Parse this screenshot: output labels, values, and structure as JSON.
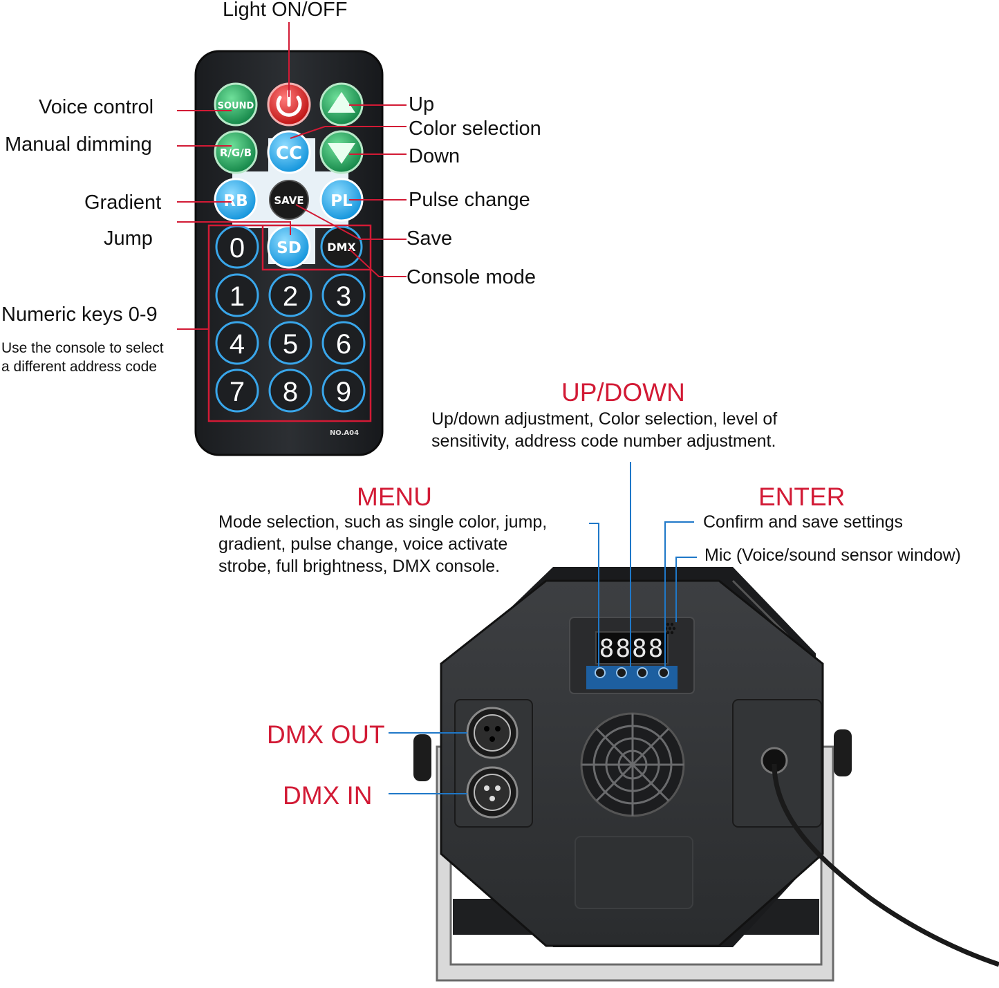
{
  "remote": {
    "callouts": {
      "light_on_off": "Light ON/OFF",
      "voice_control": "Voice control",
      "manual_dimming": "Manual dimming",
      "gradient": "Gradient",
      "jump": "Jump",
      "numeric_keys": "Numeric keys 0-9",
      "numeric_note_line1": "Use the console to select",
      "numeric_note_line2": "a different address code",
      "up": "Up",
      "color_selection": "Color selection",
      "down": "Down",
      "pulse_change": "Pulse change",
      "save": "Save",
      "console_mode": "Console mode"
    },
    "buttons": {
      "sound": "SOUND",
      "rgb": "R/G/B",
      "cc": "CC",
      "rb": "RB",
      "save": "SAVE",
      "pl": "PL",
      "sd": "SD",
      "dmx": "DMX",
      "digits": [
        "0",
        "1",
        "2",
        "3",
        "4",
        "5",
        "6",
        "7",
        "8",
        "9"
      ]
    },
    "model": "NO.A04"
  },
  "panel": {
    "up_down": {
      "title": "UP/DOWN",
      "line1": "Up/down adjustment, Color selection, level of",
      "line2": "sensitivity, address code number adjustment."
    },
    "menu": {
      "title": "MENU",
      "line1": "Mode selection, such as single color, jump,",
      "line2": "gradient, pulse change, voice activate",
      "line3": "strobe, full brightness, DMX console."
    },
    "enter": {
      "title": "ENTER",
      "line1": "Confirm and save settings"
    },
    "mic": "Mic (Voice/sound sensor window)",
    "dmx_out": "DMX OUT",
    "dmx_in": "DMX IN",
    "display": "8888"
  },
  "colors": {
    "accent_red": "#d21a35",
    "callout_blue": "#1f78c8",
    "button_green": "#2aa05a",
    "button_cyan": "#28aef0",
    "power_red": "#e02a2a"
  }
}
